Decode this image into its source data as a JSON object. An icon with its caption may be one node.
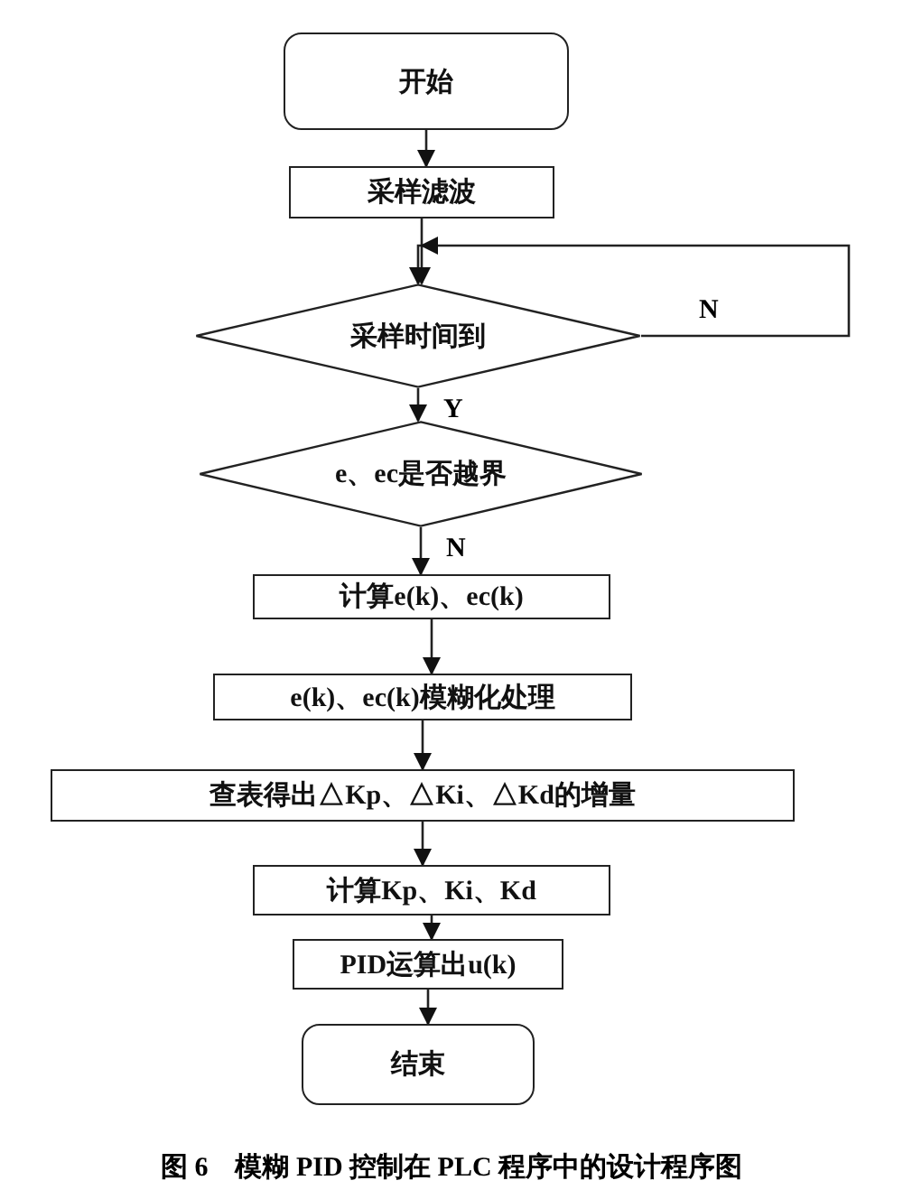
{
  "diagram": {
    "caption": "图 6　模糊 PID 控制在 PLC 程序中的设计程序图",
    "nodes": [
      {
        "text": [
          "开始"
        ]
      },
      {
        "text": [
          "采样滤波"
        ]
      },
      {
        "text": [
          "采样时间到"
        ]
      },
      {
        "text": [
          "e、ec是否越界"
        ]
      },
      {
        "text": [
          "计算e(k)、ec(k)"
        ]
      },
      {
        "text": [
          "e(k)、ec(k)模糊化处理"
        ]
      },
      {
        "text": [
          "查表得出△Kp、△Ki、△Kd的增量"
        ]
      },
      {
        "text": [
          "计算Kp、Ki、Kd"
        ]
      },
      {
        "text": [
          "PID运算出u(k)"
        ]
      },
      {
        "text": [
          "结束"
        ]
      }
    ],
    "edges": [
      {
        "from": 0,
        "to": 1,
        "arrow": "to"
      },
      {
        "from": 1,
        "to": 2,
        "arrow": "to"
      },
      {
        "from": 2,
        "to": 2,
        "arrow": "to",
        "label": "N"
      },
      {
        "from": 2,
        "to": 3,
        "arrow": "to",
        "label": "Y"
      },
      {
        "from": 3,
        "to": 4,
        "arrow": "to",
        "label": "N"
      },
      {
        "from": 4,
        "to": 5,
        "arrow": "to"
      },
      {
        "from": 5,
        "to": 6,
        "arrow": "to"
      },
      {
        "from": 6,
        "to": 7,
        "arrow": "to"
      },
      {
        "from": 7,
        "to": 8,
        "arrow": "to"
      },
      {
        "from": 8,
        "to": 9,
        "arrow": "to"
      }
    ]
  }
}
